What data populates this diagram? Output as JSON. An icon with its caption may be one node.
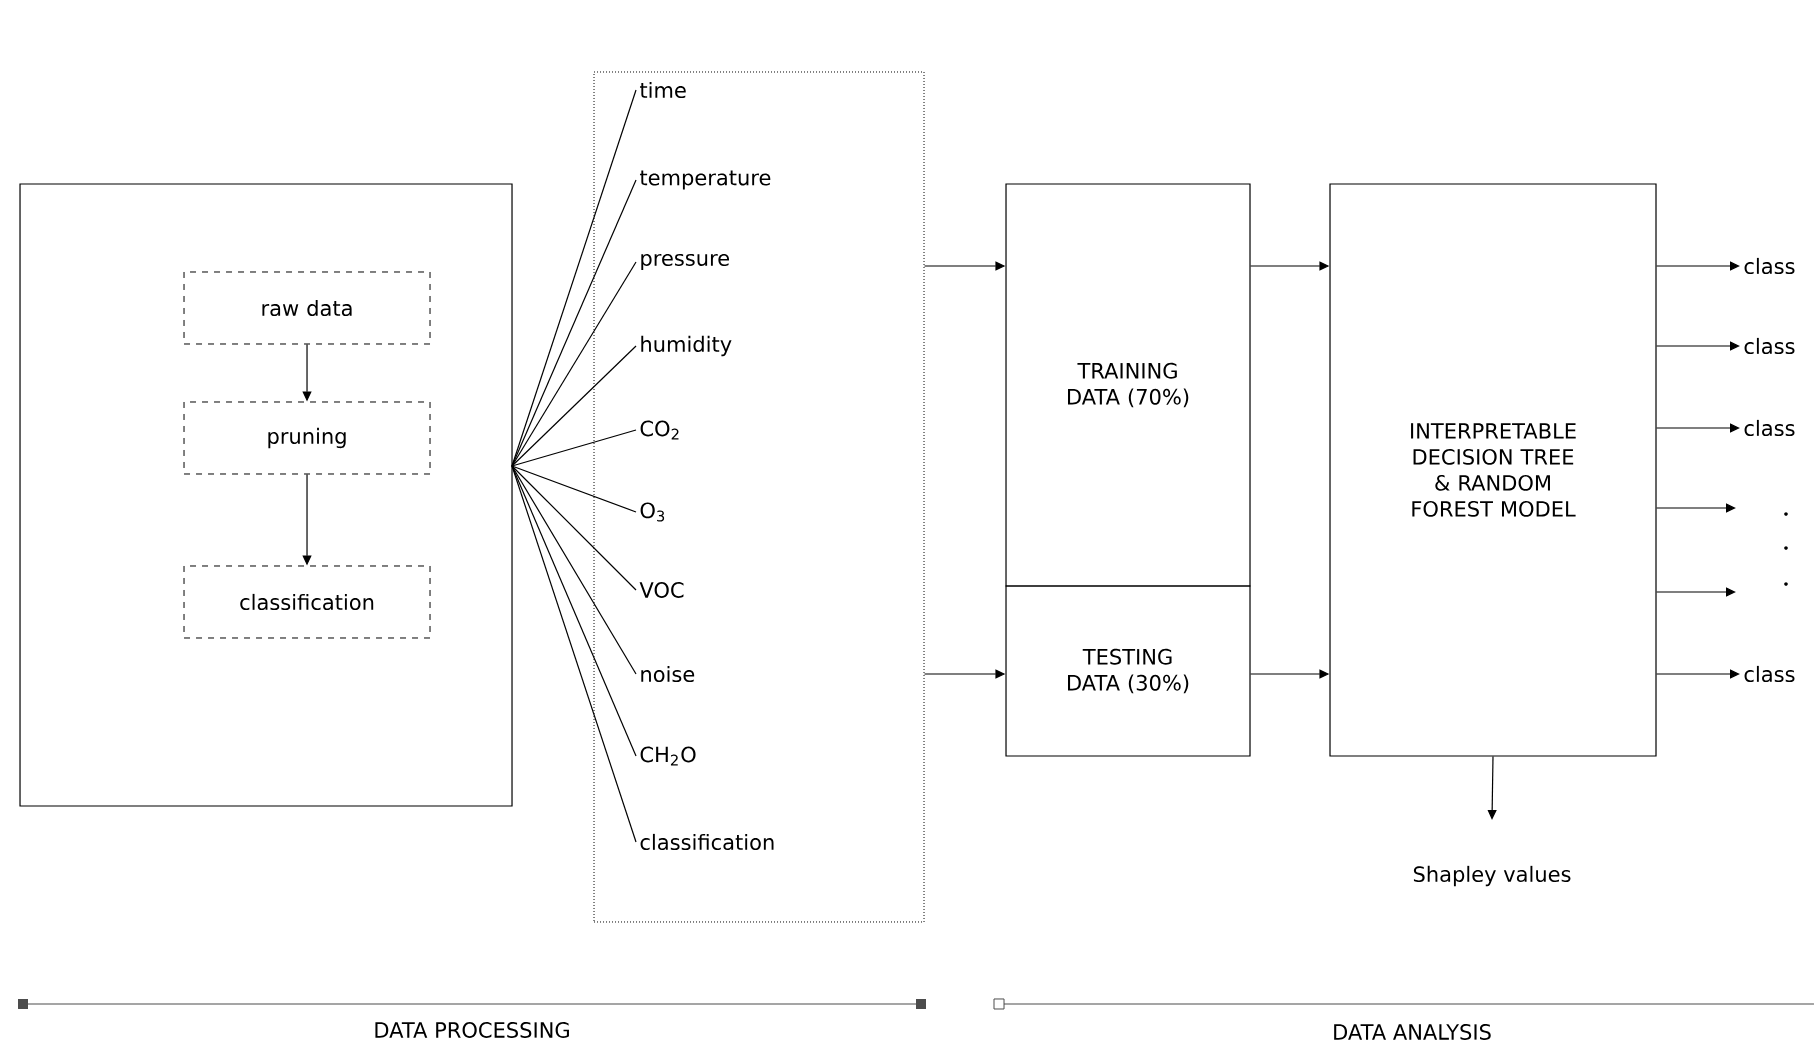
{
  "diagram": {
    "nodes": [
      {
        "text": [],
        "shape": "box"
      },
      {
        "text": [
          "raw data"
        ],
        "in": 0
      },
      {
        "text": [
          "pruning"
        ],
        "in": 0
      },
      {
        "text": [
          "classification"
        ],
        "in": 0
      },
      {
        "text": [],
        "shape": "box"
      },
      {
        "text": [
          "time"
        ],
        "in": 4
      },
      {
        "text": [
          "temperature"
        ],
        "in": 4
      },
      {
        "text": [
          "pressure"
        ],
        "in": 4
      },
      {
        "text": [
          "humidity"
        ],
        "in": 4
      },
      {
        "text": [
          "CO$_{2}$"
        ],
        "in": 4
      },
      {
        "text": [
          "O$_{3}$"
        ],
        "in": 4
      },
      {
        "text": [
          "VOC"
        ],
        "in": 4
      },
      {
        "text": [
          "noise"
        ],
        "in": 4
      },
      {
        "text": [
          "CH$_{2}$O"
        ],
        "in": 4
      },
      {
        "text": [
          "classification"
        ],
        "in": 4
      },
      {
        "text": [
          "TRAINING DATA (70%)"
        ]
      },
      {
        "text": [
          "TESTING DATA (30%)"
        ]
      },
      {
        "text": [
          "INTERPRETABLE DECISION TREE & RANDOM FOREST MODEL"
        ]
      },
      {
        "text": [
          "class"
        ]
      },
      {
        "text": [
          "class"
        ]
      },
      {
        "text": [
          "class"
        ]
      },
      {
        "text": [
          "class"
        ]
      },
      {
        "text": [
          "Shapley values"
        ]
      }
    ],
    "edges": [
      {
        "from": 1,
        "to": 2,
        "arrow": "to"
      },
      {
        "from": 2,
        "to": 3,
        "arrow": "to"
      },
      {
        "from": 0,
        "to": 5,
        "arrow": "none"
      },
      {
        "from": 0,
        "to": 6,
        "arrow": "none"
      },
      {
        "from": 0,
        "to": 7,
        "arrow": "none"
      },
      {
        "from": 0,
        "to": 8,
        "arrow": "none"
      },
      {
        "from": 0,
        "to": 9,
        "arrow": "none"
      },
      {
        "from": 0,
        "to": 10,
        "arrow": "none"
      },
      {
        "from": 0,
        "to": 11,
        "arrow": "none"
      },
      {
        "from": 0,
        "to": 12,
        "arrow": "none"
      },
      {
        "from": 0,
        "to": 13,
        "arrow": "none"
      },
      {
        "from": 0,
        "to": 14,
        "arrow": "none"
      },
      {
        "from": 4,
        "to": 15,
        "arrow": "to"
      },
      {
        "from": 4,
        "to": 16,
        "arrow": "to"
      },
      {
        "from": 15,
        "to": 17,
        "arrow": "to"
      },
      {
        "from": 16,
        "to": 17,
        "arrow": "to"
      },
      {
        "from": 17,
        "to": 18,
        "arrow": "to"
      },
      {
        "from": 17,
        "to": 19,
        "arrow": "to"
      },
      {
        "from": 17,
        "to": 20,
        "arrow": "to"
      },
      {
        "from": 17,
        "to": null,
        "arrow": "to"
      },
      {
        "from": 17,
        "to": null,
        "arrow": "to"
      },
      {
        "from": 17,
        "to": 21,
        "arrow": "to"
      },
      {
        "from": 17,
        "to": 22,
        "arrow": "to"
      }
    ],
    "labels": [
      "DATA PROCESSING",
      "DATA ANALYSIS"
    ]
  }
}
